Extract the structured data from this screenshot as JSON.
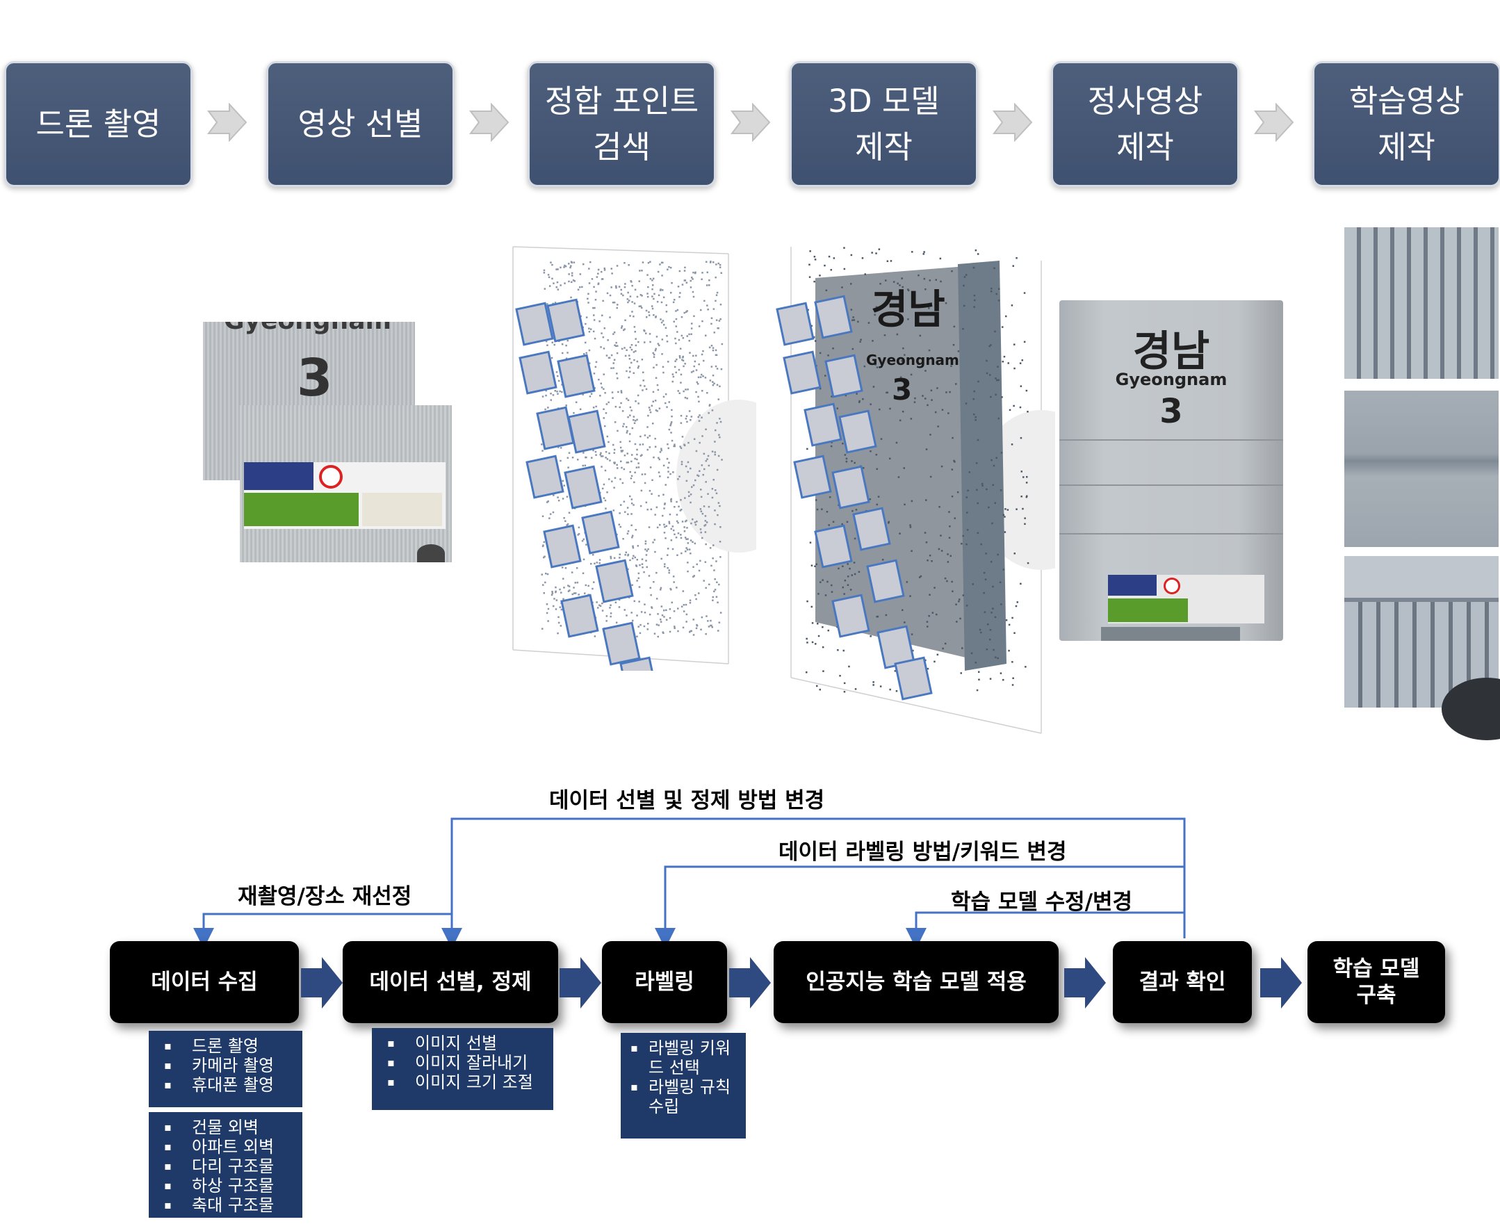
{
  "pipeline": {
    "steps": [
      {
        "line1": "드론 촬영",
        "line2": ""
      },
      {
        "line1": "영상 선별",
        "line2": ""
      },
      {
        "line1": "정합 포인트",
        "line2": "검색"
      },
      {
        "line1": "3D 모델",
        "line2": "제작"
      },
      {
        "line1": "정사영상",
        "line2": "제작"
      },
      {
        "line1": "학습영상",
        "line2": "제작"
      }
    ]
  },
  "images": {
    "sign_top": "Gyeongnam",
    "sign_number": "3",
    "sign_korean": "경남",
    "sign_english": "Gyeongnam"
  },
  "flow": {
    "boxes": [
      {
        "line1": "데이터 수집",
        "line2": ""
      },
      {
        "line1": "데이터 선별, 정제",
        "line2": ""
      },
      {
        "line1": "라벨링",
        "line2": ""
      },
      {
        "line1": "인공지능 학습 모델 적용",
        "line2": ""
      },
      {
        "line1": "결과 확인",
        "line2": ""
      },
      {
        "line1": "학습 모델",
        "line2": "구축"
      }
    ],
    "collection_methods": [
      "드론 촬영",
      "카메라 촬영",
      "휴대폰 촬영"
    ],
    "collection_targets": [
      "건물 외벽",
      "아파트 외벽",
      "다리 구조물",
      "하상 구조물",
      "축대 구조물"
    ],
    "selection_tasks": [
      "이미지 선별",
      "이미지 잘라내기",
      "이미지 크기 조절"
    ],
    "labeling_tasks": [
      "라벨링 키워드 선택",
      "라벨링 규칙 수립"
    ],
    "feedback": {
      "reshoot": "재촬영/장소 재선정",
      "refine": "데이터 선별 및 정제 방법 변경",
      "relabel": "데이터 라벨링 방법/키워드 변경",
      "remodel": "학습 모델 수정/변경"
    }
  },
  "colors": {
    "step_fill": "#445775",
    "flow_fill": "#000000",
    "sub_fill": "#1f3a68",
    "flow_arrow": "#2f4a80",
    "feedback_line": "#4472c4"
  }
}
